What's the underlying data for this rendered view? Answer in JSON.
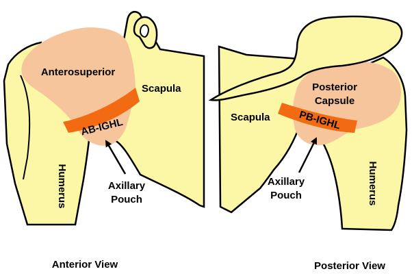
{
  "colors": {
    "bone": "#fbf7a7",
    "capsule": "#f7c59c",
    "ligament": "#f26a12",
    "outline": "#000000",
    "background": "#ffffff"
  },
  "anterior_view": {
    "caption": "Anterior View",
    "region_label": "Anterosuperior",
    "bone_label_scapula": "Scapula",
    "bone_label_humerus": "Humerus",
    "ligament_label": "AB-IGHL",
    "pouch_label_line1": "Axillary",
    "pouch_label_line2": "Pouch"
  },
  "posterior_view": {
    "caption": "Posterior View",
    "region_label_line1": "Posterior",
    "region_label_line2": "Capsule",
    "bone_label_scapula": "Scapula",
    "bone_label_humerus": "Humerus",
    "ligament_label": "PB-IGHL",
    "pouch_label_line1": "Axillary",
    "pouch_label_line2": "Pouch"
  }
}
